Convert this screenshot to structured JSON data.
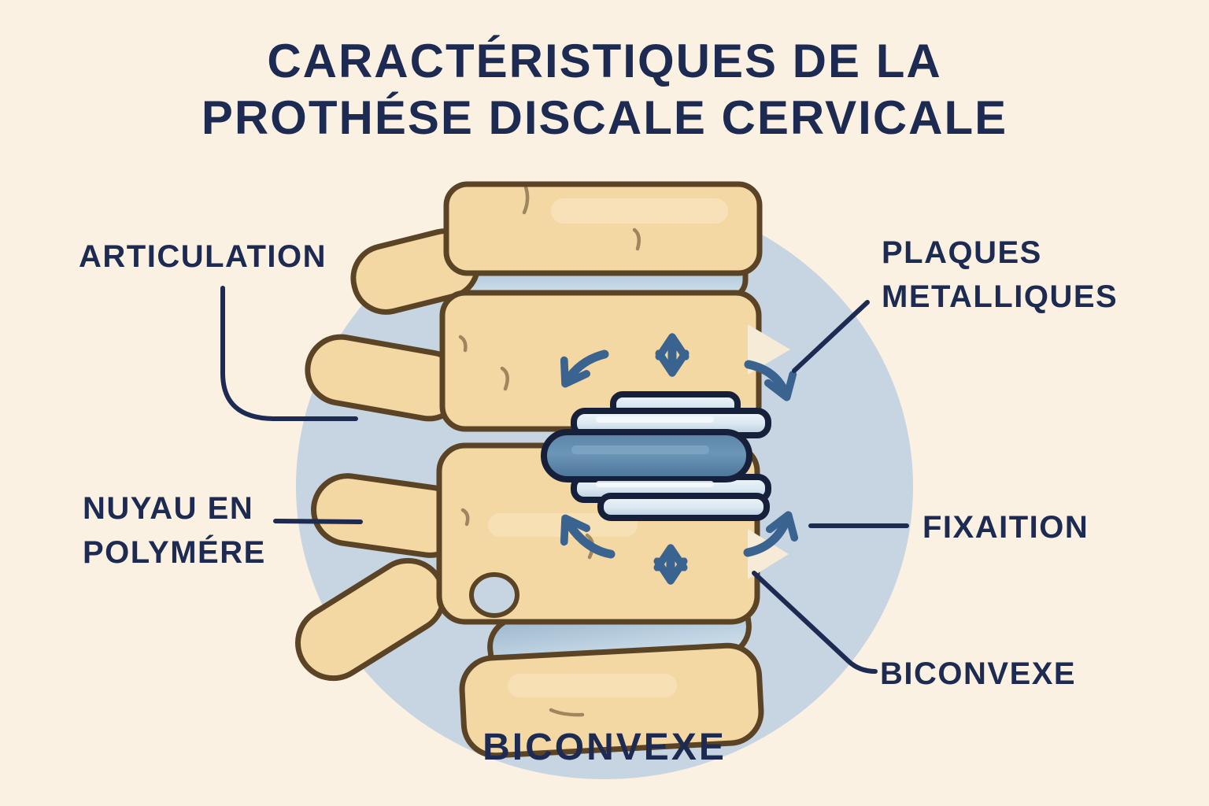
{
  "title": {
    "line1": "CARACTÉRISTIQUES DE LA",
    "line2": "PROTHÉSE DISCALE CERVICALE"
  },
  "labels": {
    "articulation": "ARTICULATION",
    "plaques_line1": "PLAQUES",
    "plaques_line2": "METALLIQUES",
    "nuyau_line1": "NUYAU EN",
    "nuyau_line2": "POLYMÉRE",
    "fixaition": "FIXAITION",
    "biconvexe_right": "BICONVEXE",
    "biconvexe_bottom": "BICONVEXE"
  },
  "figure": {
    "description": "Side-view cartoon of cervical spine with artificial disc prosthesis (metal plates and polymer core) between two vertebrae, motion arrows around the implant",
    "icon_names": [
      "double-headed-motion-arrow",
      "curved-motion-arrow",
      "leader-line"
    ]
  },
  "palette": {
    "cream": "#FAF1E2",
    "navy": "#1D2A52",
    "circle-blue": "#C6D5E1",
    "bone": "#F4D8A4",
    "bone-line": "#5B4425",
    "arrow-blue": "#3A648F",
    "disc-blue": "#A6BFD4",
    "plate-light": "#DCE9F2",
    "core-steel": "#577FA4",
    "plate-outline": "#16203A"
  }
}
